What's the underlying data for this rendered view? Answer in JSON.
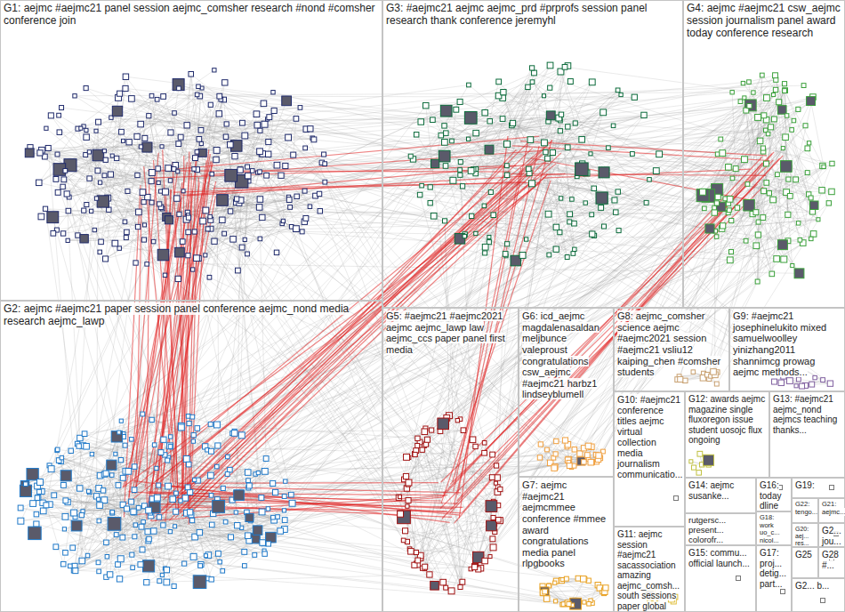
{
  "diagram": {
    "nodes": [
      {
        "text": [
          "G1: aejmc #aejmc21 panel session aejmc_comsher research #nond #comsher conference join"
        ]
      },
      {
        "text": [
          "G3: #aejmc21 aejmc aejmc_prd #prprofs session panel research thank conference jeremyhl"
        ]
      },
      {
        "text": [
          "G4: aejmc #aejmc21 csw_aejmc session journalism panel award today conference research"
        ]
      },
      {
        "text": [
          "G2: aejmc #aejmc21 paper session panel conference aejmc_nond media research aejmc_lawp"
        ]
      },
      {
        "text": [
          "G5: #aejmc21 #aejmc2021 aejmc aejmc_lawp law aejmc_ccs paper panel first media"
        ]
      },
      {
        "text": [
          "G6: icd_aejmc magdalenasaldan meljbunce valeproust congratulations csw_aejmc #aejmc21 harbz1 lindseyblumell"
        ]
      },
      {
        "text": [
          "G8: aejmc_comsher science aejmc #aejmc2021 session #aejmc21 vsliu12 kaiping_chen #comsher students"
        ]
      },
      {
        "text": [
          "G9: #aejmc21 josephinelukito mixed samuelwoolley yinizhang2011 shannimcg prowag aejmc methods..."
        ]
      },
      {
        "text": [
          "G10: #aejmc21 conference titles aejmc virtual collection media journalism communicatio..."
        ]
      },
      {
        "text": [
          "G12: awards aejmc magazine single fluxoregon issue student uosojc flux ongoing"
        ]
      },
      {
        "text": [
          "G13: #aejmc21 aejmc_nond aejmcs teaching thanks..."
        ]
      },
      {
        "text": [
          "G7: aejmc #aejmc21 aejmcmmee conference #mmee award congratulations media panel rlpgbooks"
        ]
      },
      {
        "text": [
          "G11: aejmc session #aejmc21 sacassociation amazing aejmc_comsh... south sessions paper global"
        ]
      },
      {
        "text": [
          "G14: aejmc susanke..."
        ]
      },
      {
        "text": [
          "rutgersc... present... colorofr..."
        ]
      },
      {
        "text": [
          "G15: commu... official launch..."
        ]
      },
      {
        "text": [
          "G16: today dline"
        ]
      },
      {
        "text": [
          "G19:"
        ]
      },
      {
        "text": [
          "G18: work uo_c... nicol..."
        ]
      },
      {
        "text": [
          "G22: tengo..."
        ]
      },
      {
        "text": [
          "G21: aejmc..."
        ]
      },
      {
        "text": [
          "G20: aej... res..."
        ]
      },
      {
        "text": [
          "G2... jou..."
        ]
      },
      {
        "text": [
          "G17: proj... detig... part..."
        ]
      },
      {
        "text": [
          "G25"
        ]
      },
      {
        "text": [
          "G28 #..."
        ]
      },
      {
        "text": [
          "G2... b..."
        ]
      }
    ]
  }
}
